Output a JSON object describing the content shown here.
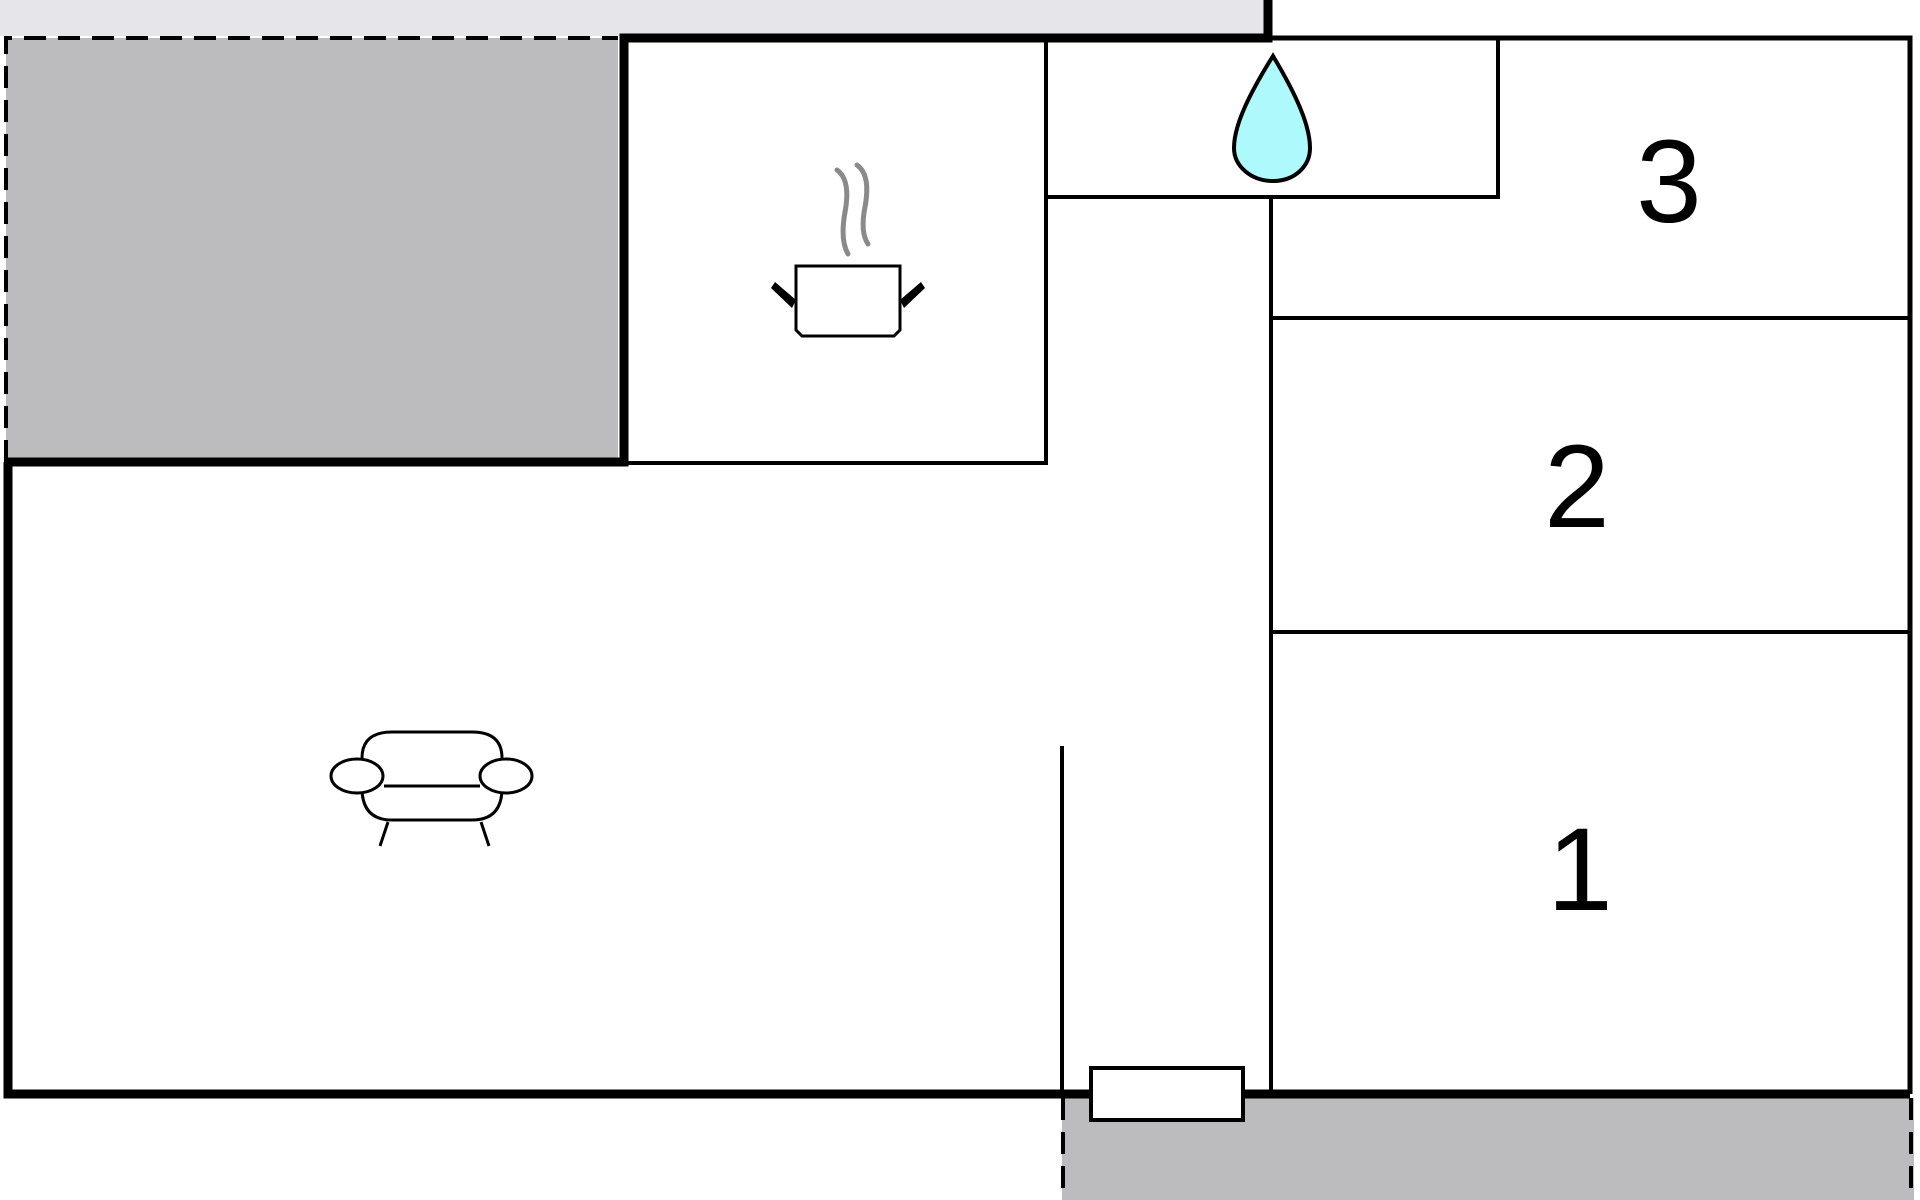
{
  "floorplan": {
    "bedrooms": [
      {
        "number": "3"
      },
      {
        "number": "2"
      },
      {
        "number": "1"
      }
    ],
    "icons": {
      "kitchen": "cooking-pot-icon",
      "bathroom": "water-drop-icon",
      "living_room": "sofa-icon"
    },
    "colors": {
      "wall": "#000000",
      "outdoor_area": "#bcbcbe",
      "neighbor_strip": "#e6e6ea",
      "water_drop": "#aef9fb",
      "steam": "#8a8a8a",
      "background": "#ffffff"
    }
  }
}
